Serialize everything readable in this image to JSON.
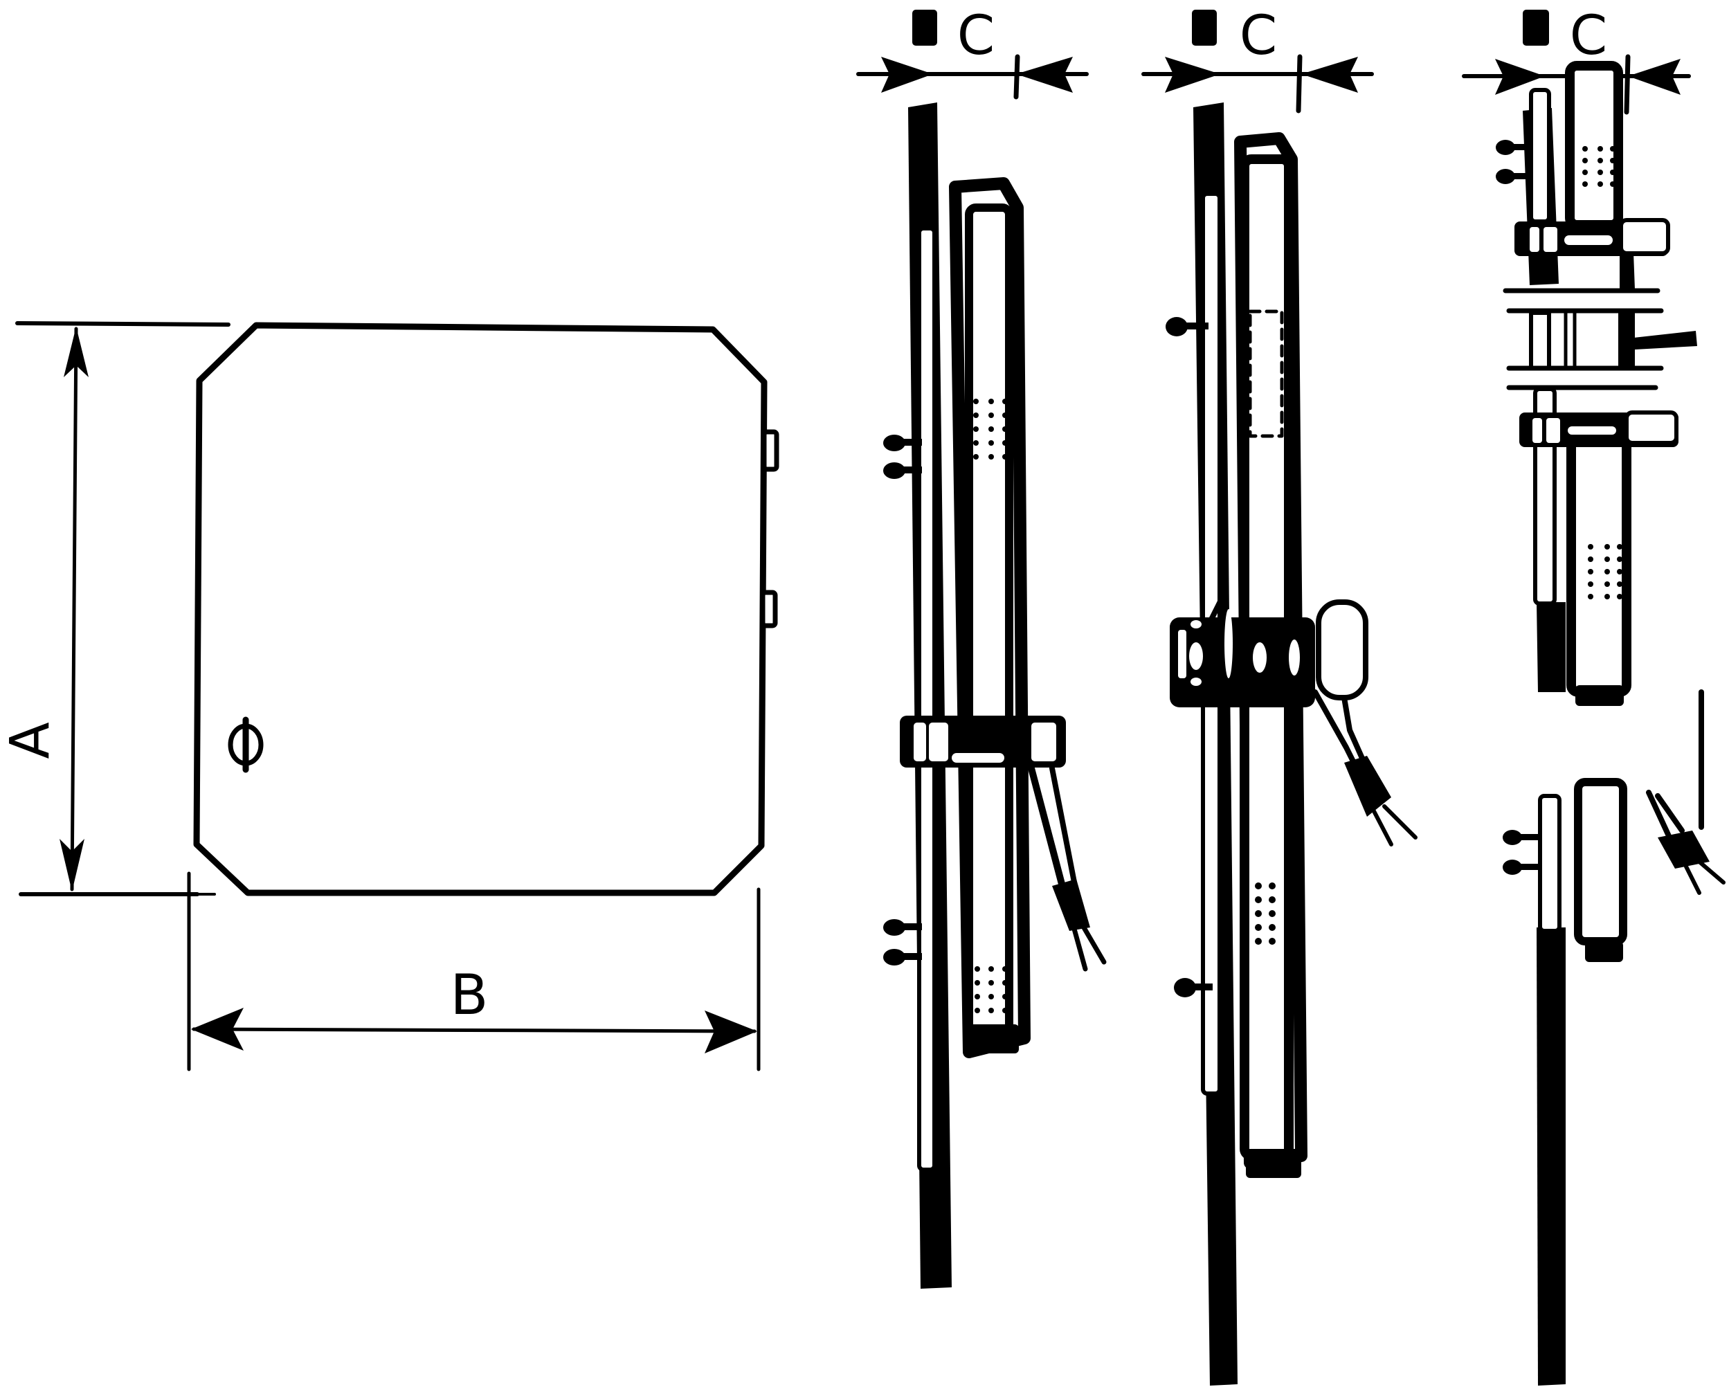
{
  "diagram": {
    "type": "technical dimension drawing",
    "colors": {
      "ink": "#000000",
      "background": "#ffffff"
    }
  },
  "front_view": {
    "dimension_height_label": "A",
    "dimension_width_label": "B",
    "lock_symbol": "Φ"
  },
  "side_views": [
    {
      "id": "side-view-1",
      "dimension_label": "C",
      "variant": "single door clamp with cable gland"
    },
    {
      "id": "side-view-2",
      "dimension_label": "C",
      "variant": "clamp with round knob and cable gland"
    },
    {
      "id": "side-view-3",
      "dimension_label": "C",
      "variant": "broken long view with two clamps and cable gland"
    }
  ]
}
